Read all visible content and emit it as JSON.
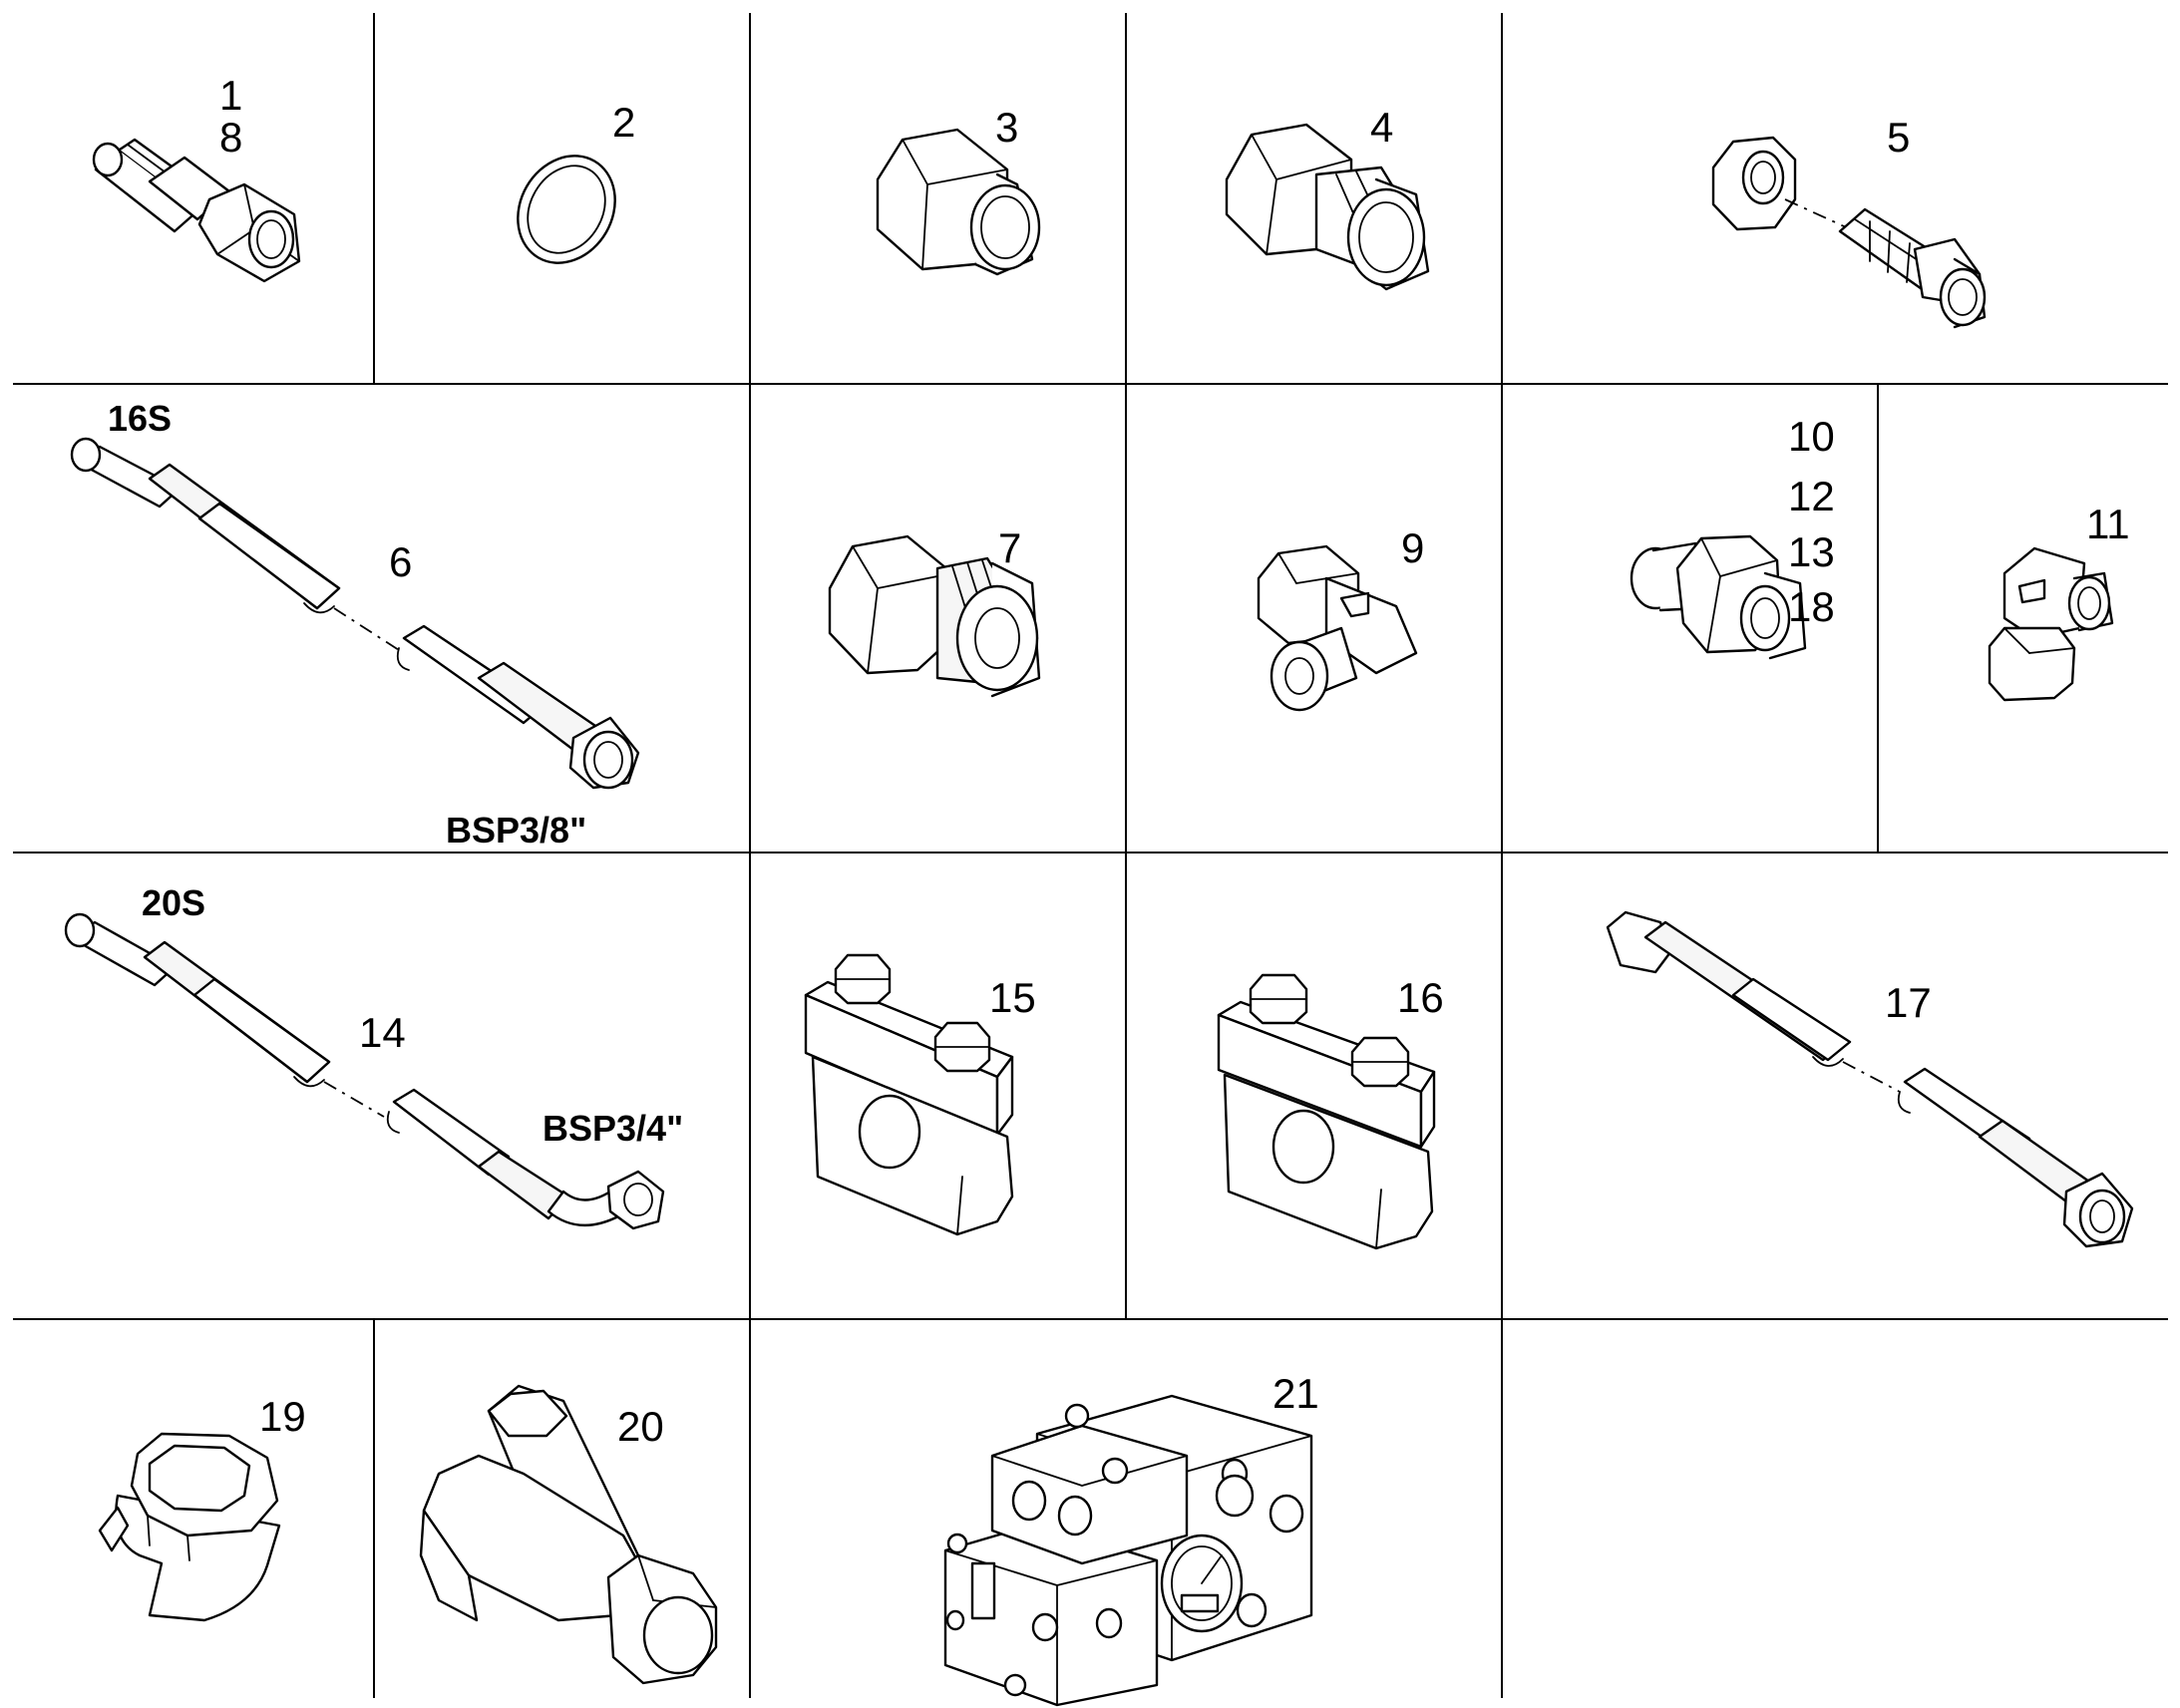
{
  "part_numbers": {
    "p1": "1",
    "p8": "8",
    "p2": "2",
    "p3": "3",
    "p4": "4",
    "p5": "5",
    "p6": "6",
    "p7": "7",
    "p9": "9",
    "p10": "10",
    "p12": "12",
    "p13": "13",
    "p18": "18",
    "p11": "11",
    "p14": "14",
    "p15": "15",
    "p16": "16",
    "p17": "17",
    "p19": "19",
    "p20": "20",
    "p21": "21"
  },
  "hose_labels": {
    "hose_6_end_a": "16S",
    "hose_6_end_b": "BSP3/8\"",
    "hose_14_end_a": "20S",
    "hose_14_end_b": "BSP3/4\""
  }
}
